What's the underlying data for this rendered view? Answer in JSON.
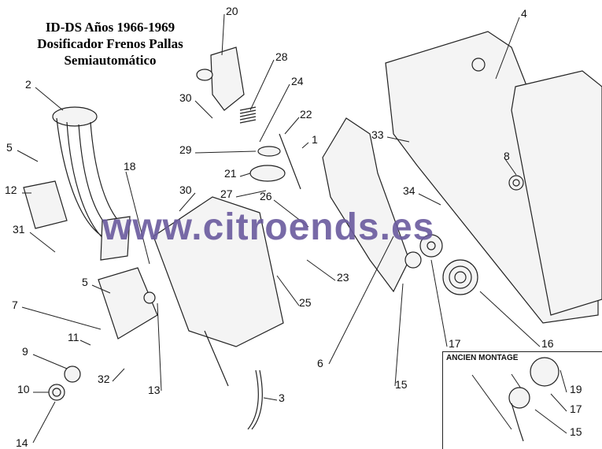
{
  "title": {
    "line1": "ID-DS Años 1966-1969",
    "line2": "Dosificador Frenos Pallas",
    "line3": "Semiautomático"
  },
  "watermark": "www.citroends.es",
  "inset": {
    "title": "ANCIEN MONTAGE",
    "callouts": [
      "19",
      "17",
      "15"
    ]
  },
  "callouts": [
    "20",
    "28",
    "24",
    "30",
    "22",
    "1",
    "29",
    "21",
    "27",
    "30",
    "18",
    "2",
    "5",
    "12",
    "31",
    "5",
    "7",
    "11",
    "9",
    "10",
    "14",
    "32",
    "13",
    "3",
    "25",
    "23",
    "26",
    "6",
    "15",
    "17",
    "16",
    "34",
    "33",
    "8",
    "4"
  ],
  "colors": {
    "watermark": "#6a5a9e",
    "ink": "#222222"
  }
}
